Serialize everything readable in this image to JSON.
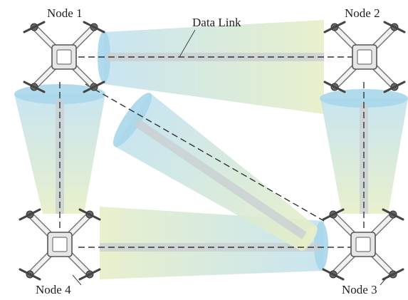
{
  "nodes": [
    {
      "id": "node1",
      "label": "Node 1"
    },
    {
      "id": "node2",
      "label": "Node 2"
    },
    {
      "id": "node3",
      "label": "Node 3"
    },
    {
      "id": "node4",
      "label": "Node 4"
    }
  ],
  "link_label": "Data Link",
  "colors": {
    "beam_green": "#e4ecc4",
    "beam_blue": "#bfe0ee",
    "ellipse_blue": "#a9d6ea",
    "core_gray": "#c9cfd2",
    "drone_body": "#e8e8e8",
    "drone_outline": "#555555",
    "text": "#222222"
  }
}
